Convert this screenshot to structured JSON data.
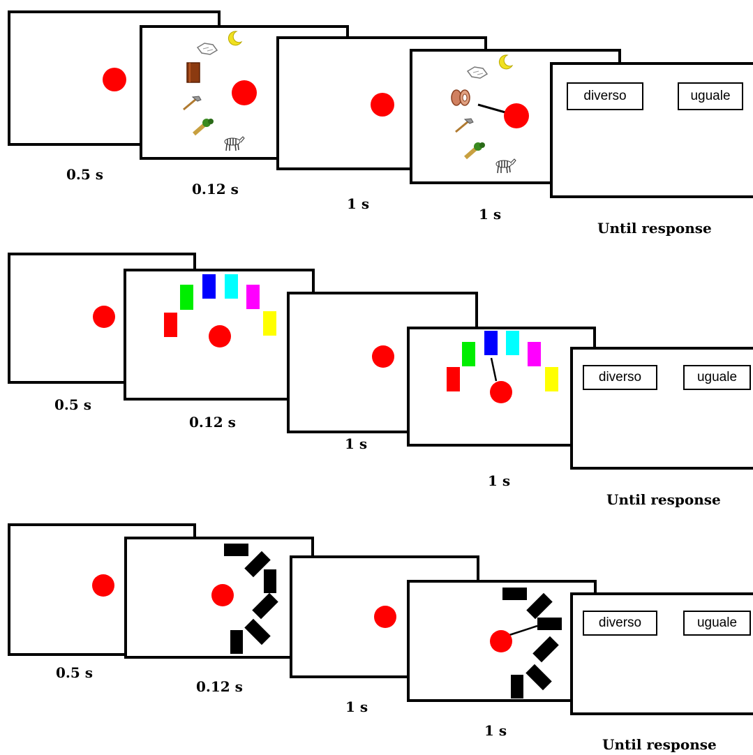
{
  "rows": [
    {
      "name": "objects",
      "durations": [
        "0.5 s",
        "0.12 s",
        "1 s",
        "1 s",
        "Until response"
      ],
      "buttons": [
        "diverso",
        "uguale"
      ]
    },
    {
      "name": "colors",
      "durations": [
        "0.5 s",
        "0.12 s",
        "1 s",
        "1 s",
        "Until response"
      ],
      "buttons": [
        "diverso",
        "uguale"
      ]
    },
    {
      "name": "orientations",
      "durations": [
        "0.5 s",
        "0.12 s",
        "1 s",
        "1 s",
        "Until response"
      ],
      "buttons": [
        "diverso",
        "uguale"
      ]
    }
  ],
  "colors": {
    "fixation": "#ff0000",
    "frame": "#000000",
    "patches": [
      "#ff0000",
      "#00ee00",
      "#0000ff",
      "#00ffff",
      "#ff00ff",
      "#ffff00"
    ],
    "bars": "#000000"
  },
  "icons": [
    "glasses-icon",
    "moon-icon",
    "book-icon",
    "hammer-icon",
    "celery-icon",
    "zebra-icon",
    "spool-icon"
  ]
}
